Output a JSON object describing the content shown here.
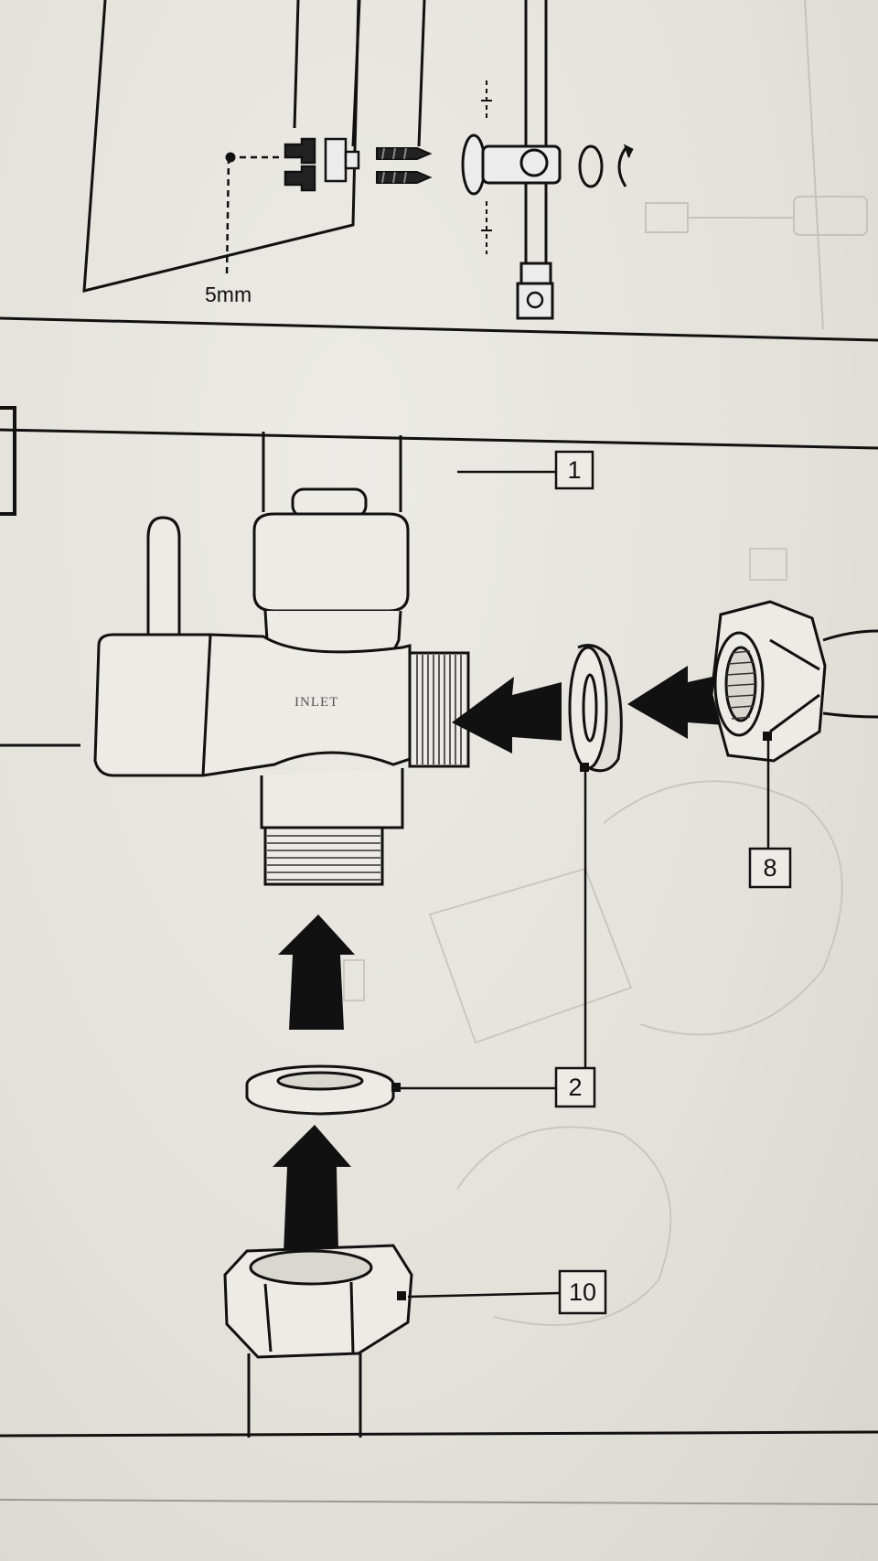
{
  "top_panel": {
    "dimension_label": "5mm"
  },
  "main_panel": {
    "inlet_marking": "INLET",
    "callouts": [
      {
        "id": "part-1",
        "number": "1"
      },
      {
        "id": "part-2",
        "number": "2"
      },
      {
        "id": "part-8",
        "number": "8"
      },
      {
        "id": "part-10",
        "number": "10"
      }
    ]
  },
  "colors": {
    "paper": "#e4e3dd",
    "ink": "#111111",
    "faint": "#b9b8b1"
  }
}
